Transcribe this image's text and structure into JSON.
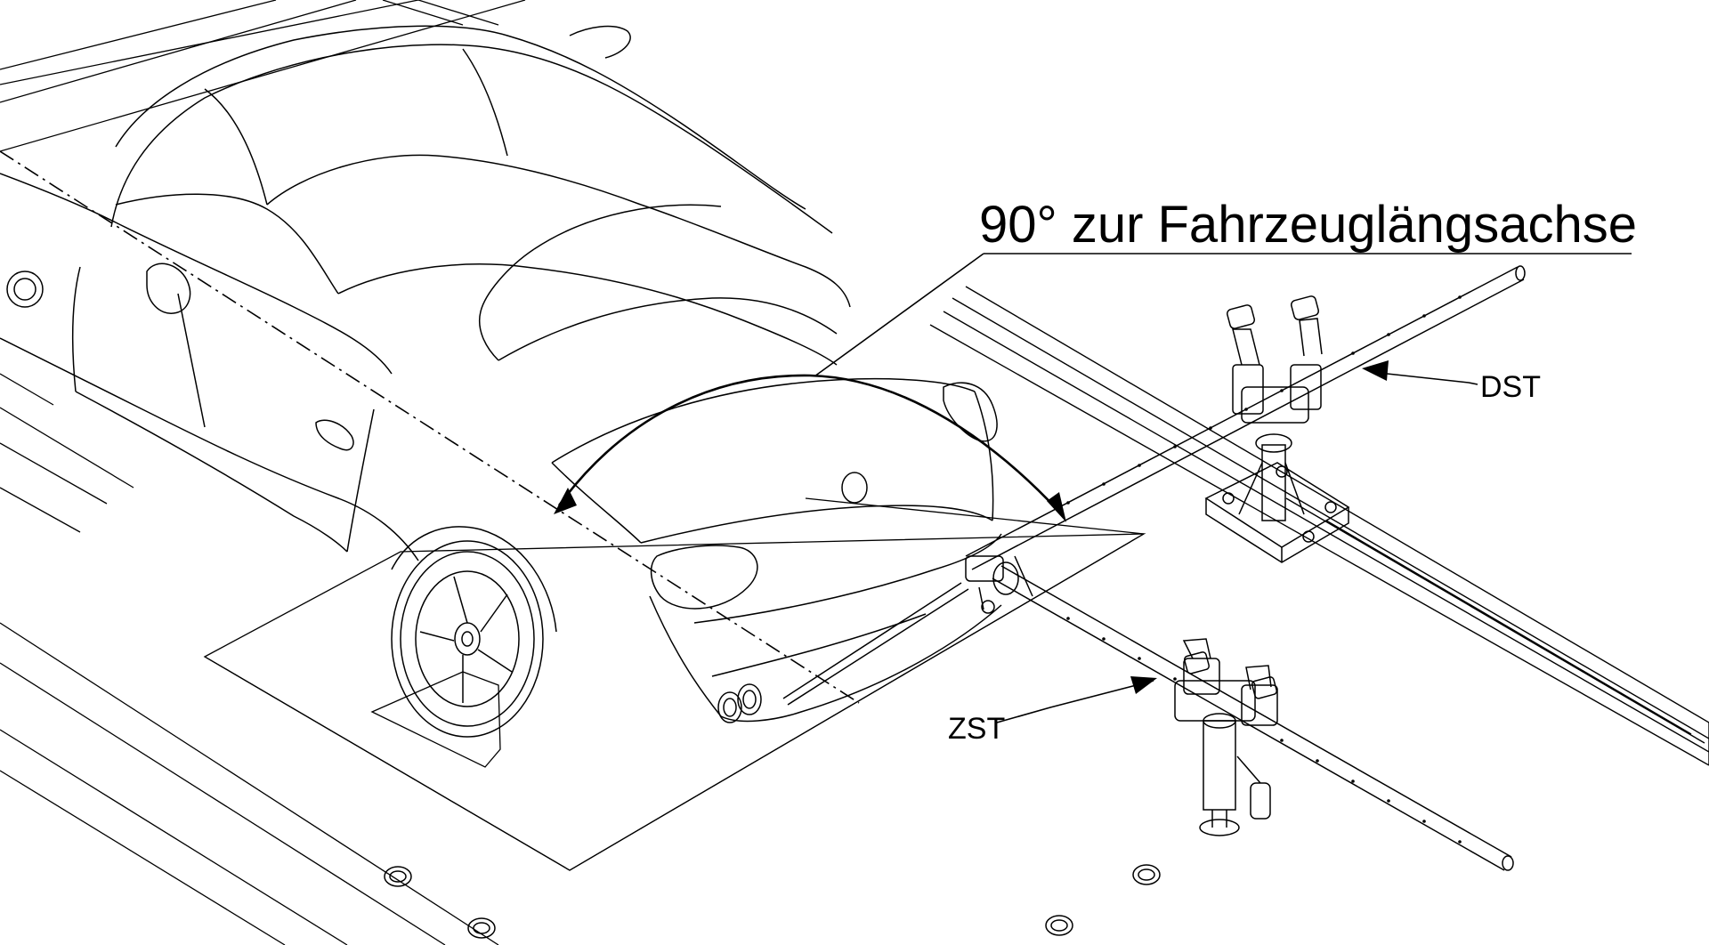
{
  "diagram": {
    "angle_label": "90° zur Fahrzeuglängsachse",
    "labels": {
      "dst": "DST",
      "zst": "ZST"
    },
    "colors": {
      "line": "#000000",
      "background": "#ffffff"
    }
  }
}
